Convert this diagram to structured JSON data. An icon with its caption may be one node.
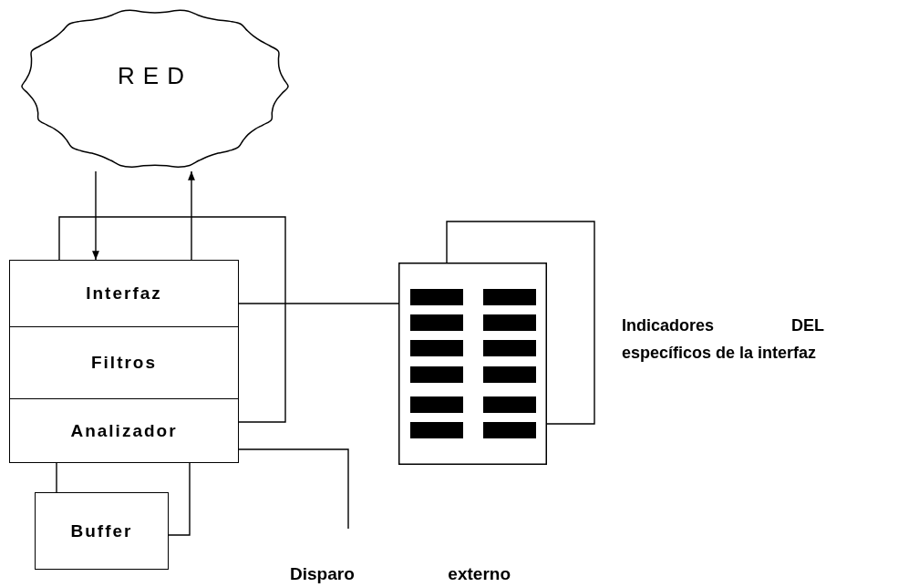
{
  "diagram": {
    "nodes": [
      {
        "text": [
          "RED"
        ]
      },
      {
        "text": [
          "Interfaz"
        ]
      },
      {
        "text": [
          "Filtros"
        ]
      },
      {
        "text": [
          "Analizador"
        ]
      },
      {
        "text": [
          "Buffer"
        ]
      },
      {
        "text": [],
        "shape": "box"
      },
      {
        "text": [
          "Disparo externo"
        ]
      }
    ],
    "edges": [
      {
        "from": 0,
        "to": 1,
        "arrow": "to"
      },
      {
        "from": 1,
        "to": 0,
        "arrow": "to"
      },
      {
        "from": 1,
        "to": 3,
        "arrow": "none"
      },
      {
        "from": 1,
        "to": 5,
        "arrow": "none"
      },
      {
        "from": 5,
        "to": 5,
        "arrow": "none"
      },
      {
        "from": 3,
        "to": 6,
        "arrow": "none"
      },
      {
        "from": 3,
        "to": 4,
        "arrow": "none"
      },
      {
        "from": 3,
        "to": 4,
        "arrow": "none"
      }
    ],
    "labels": [
      "Indicadores DEL específicos de la interfaz"
    ]
  }
}
